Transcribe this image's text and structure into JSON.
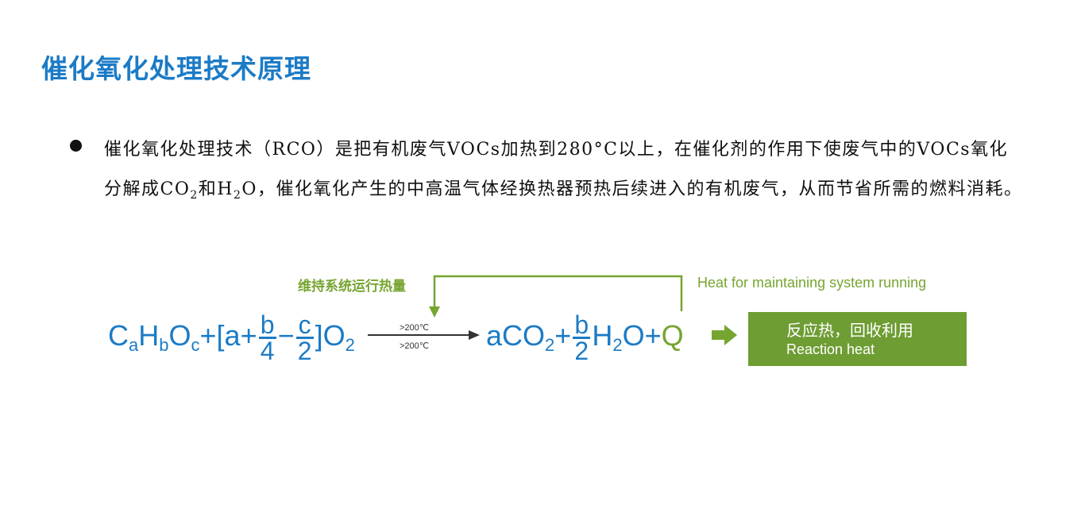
{
  "title": "催化氧化处理技术原理",
  "paragraph": {
    "part1": "催化氧化处理技术（RCO）是把有机废气VOCs加热到280°C以上，在催化剂的作用下使废气中的VOCs氧化分解成CO",
    "sub_co2": "2",
    "part2": "和H",
    "sub_h2o": "2",
    "part3": "O，催化氧化产生的中高温气体经换热器预热后续进入的有机废气，从而节省所需的燃料消耗。"
  },
  "diagram": {
    "note_cn": "维持系统运行热量",
    "note_en": "Heat for maintaining system running",
    "condition_top": ">200℃",
    "condition_bottom": ">200℃",
    "equation": {
      "C": "C",
      "a": "a",
      "H": "H",
      "b": "b",
      "O": "O",
      "c": "c",
      "plus_open": "+[a+",
      "frac1_num": "b",
      "frac1_den": "4",
      "minus": "−",
      "frac2_num": "c",
      "frac2_den": "2",
      "close_O": "]O",
      "two": "2",
      "r_aCO": "aCO",
      "r_two1": "2",
      "r_plus1": "+",
      "frac3_num": "b",
      "frac3_den": "2",
      "r_H": "H",
      "r_two2": "2",
      "r_O": "O",
      "r_plus2": "+",
      "r_Q": "Q"
    },
    "box_cn": "反应热，回收利用",
    "box_en": "Reaction heat",
    "colors": {
      "blue": "#1b7bc6",
      "green": "#76a531",
      "box": "#6e9d33"
    }
  }
}
